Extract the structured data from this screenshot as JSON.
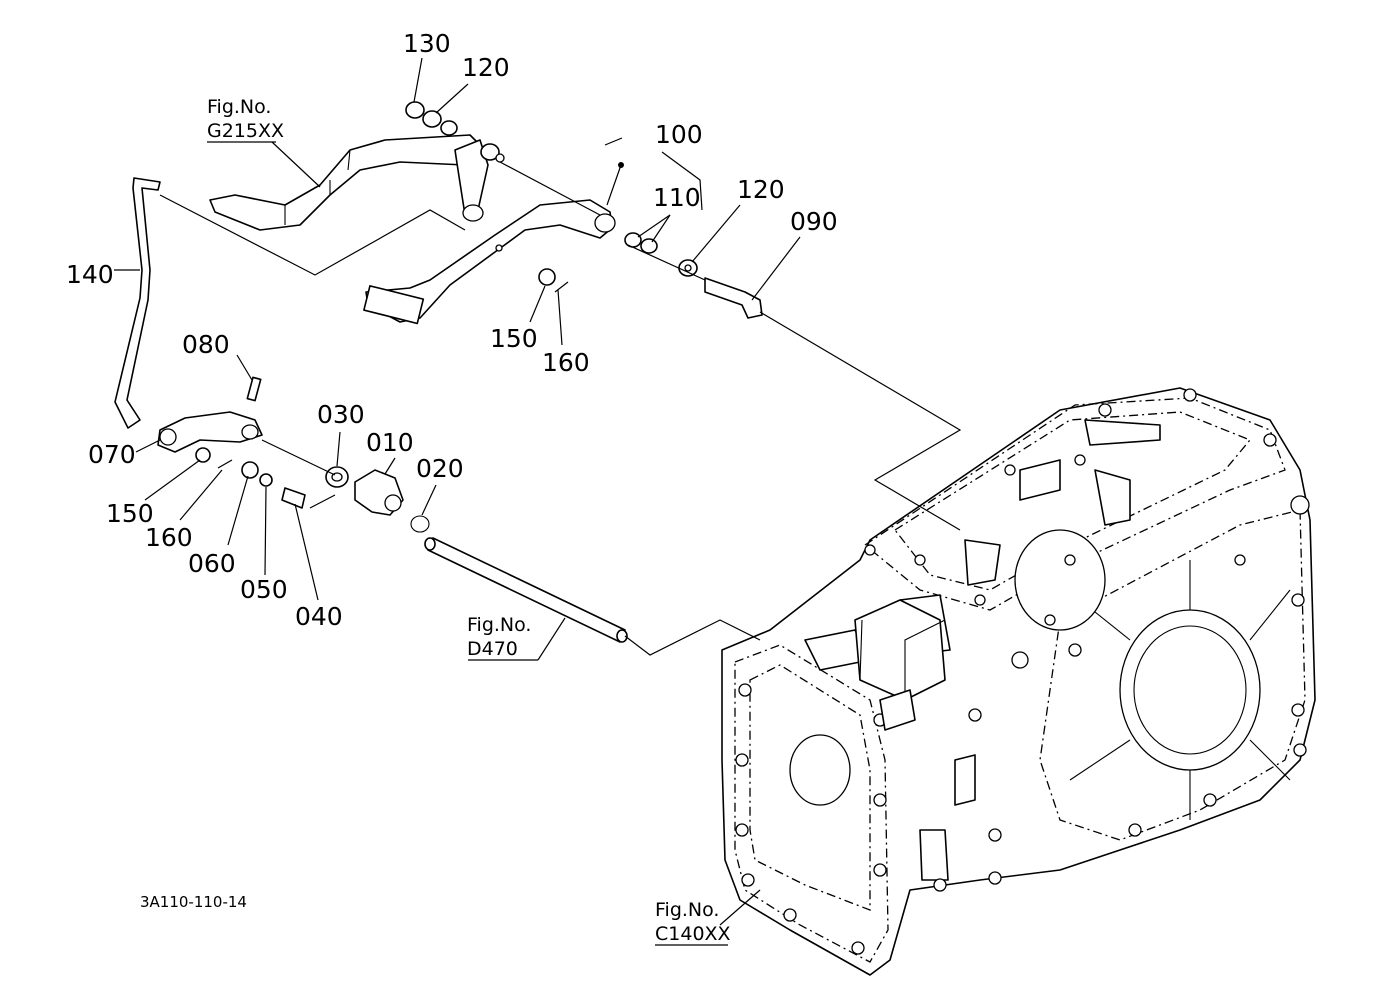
{
  "part_labels": {
    "p010": "010",
    "p020": "020",
    "p030": "030",
    "p040": "040",
    "p050": "050",
    "p060": "060",
    "p070": "070",
    "p080": "080",
    "p090": "090",
    "p100": "100",
    "p110": "110",
    "p120a": "120",
    "p120b": "120",
    "p130": "130",
    "p140": "140",
    "p150a": "150",
    "p150b": "150",
    "p160a": "160",
    "p160b": "160"
  },
  "figure_refs": {
    "g215": {
      "prefix": "Fig.No.",
      "code": "G215XX"
    },
    "d470": {
      "prefix": "Fig.No.",
      "code": "D470"
    },
    "c140": {
      "prefix": "Fig.No.",
      "code": "C140XX"
    }
  },
  "drawing_code": "3A110-110-14"
}
